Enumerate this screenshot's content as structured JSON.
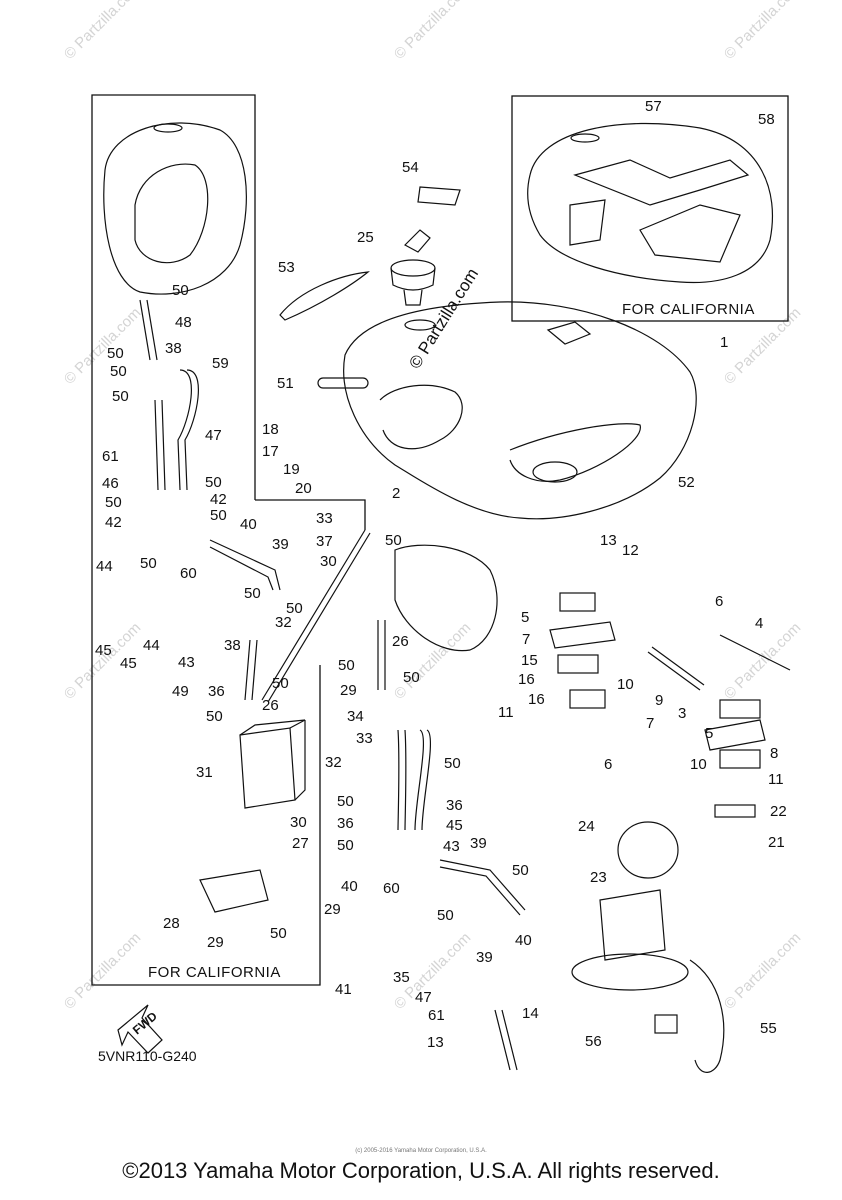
{
  "diagram": {
    "part_code": "5VNR110-G240",
    "copyright": "©2013 Yamaha Motor Corporation, U.S.A. All rights reserved.",
    "small_copyright": "(c) 2005-2016 Yamaha Motor Corporation, U.S.A.",
    "watermark": "© Partzilla.com",
    "center_watermark": "© Partzilla.com",
    "fwd_label": "FWD",
    "left_frame_label": "FOR CALIFORNIA",
    "right_frame_label": "FOR CALIFORNIA",
    "callouts": [
      "54",
      "25",
      "53",
      "1",
      "51",
      "18",
      "17",
      "19",
      "20",
      "2",
      "52",
      "50",
      "48",
      "59",
      "50",
      "38",
      "50",
      "50",
      "47",
      "61",
      "46",
      "50",
      "50",
      "42",
      "42",
      "50",
      "40",
      "39",
      "50",
      "44",
      "60",
      "45",
      "45",
      "44",
      "43",
      "49",
      "38",
      "50",
      "50",
      "32",
      "36",
      "50",
      "50",
      "26",
      "31",
      "30",
      "27",
      "28",
      "29",
      "50",
      "33",
      "37",
      "30",
      "50",
      "26",
      "50",
      "29",
      "50",
      "34",
      "33",
      "32",
      "50",
      "50",
      "36",
      "36",
      "50",
      "45",
      "43",
      "39",
      "50",
      "40",
      "60",
      "29",
      "50",
      "40",
      "39",
      "41",
      "35",
      "47",
      "61",
      "14",
      "13",
      "13",
      "12",
      "6",
      "4",
      "5",
      "7",
      "15",
      "10",
      "9",
      "16",
      "16",
      "11",
      "7",
      "6",
      "3",
      "5",
      "10",
      "8",
      "11",
      "22",
      "21",
      "24",
      "23",
      "55",
      "56",
      "57",
      "58"
    ]
  }
}
